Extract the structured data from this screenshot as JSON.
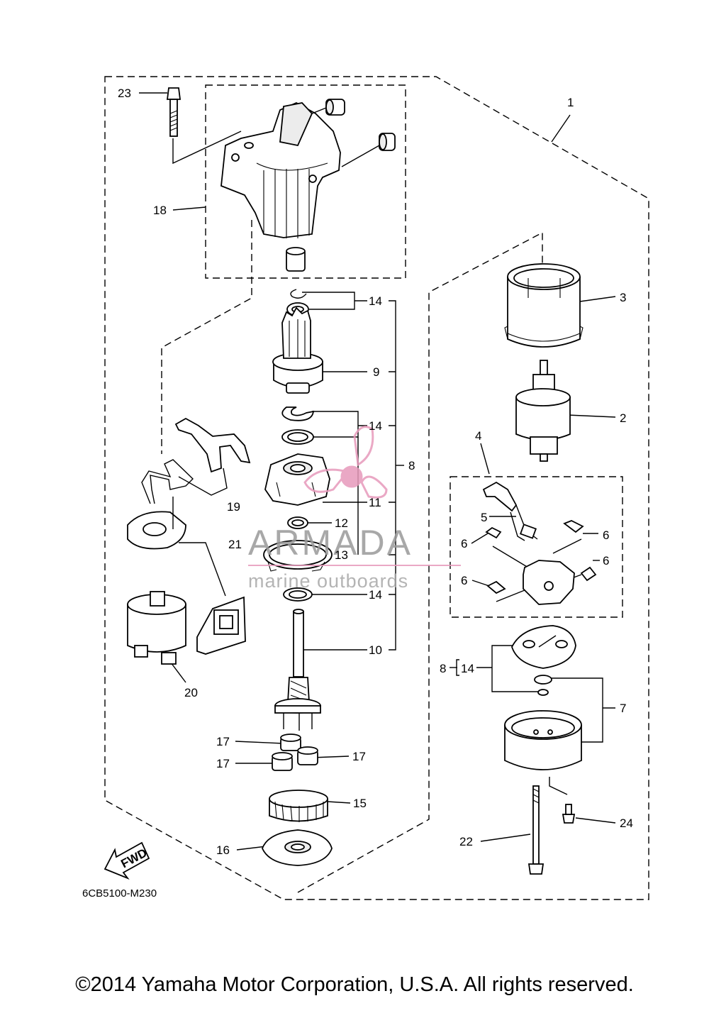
{
  "diagram_code": "6CB5100-M230",
  "fwd_label": "FWD",
  "copyright": "©2014 Yamaha Motor Corporation, U.S.A. All rights reserved.",
  "watermark": {
    "title": "ARMADA",
    "subtitle": "marine outboards",
    "accent": "#e79abb"
  },
  "callouts": {
    "c1": "1",
    "c2": "2",
    "c3": "3",
    "c4": "4",
    "c5": "5",
    "c6a": "6",
    "c6b": "6",
    "c6c": "6",
    "c6d": "6",
    "c7": "7",
    "c8a": "8",
    "c8b": "8",
    "c9": "9",
    "c10": "10",
    "c11": "11",
    "c12": "12",
    "c13": "13",
    "c14a": "14",
    "c14b": "14",
    "c14c": "14",
    "c14d": "14",
    "c15": "15",
    "c16": "16",
    "c17a": "17",
    "c17b": "17",
    "c17c": "17",
    "c18": "18",
    "c19": "19",
    "c20": "20",
    "c21": "21",
    "c22": "22",
    "c23": "23",
    "c24": "24"
  },
  "colors": {
    "line": "#000000",
    "watermark_gray": "#9a9a9a",
    "watermark_pink": "#e79abb"
  }
}
